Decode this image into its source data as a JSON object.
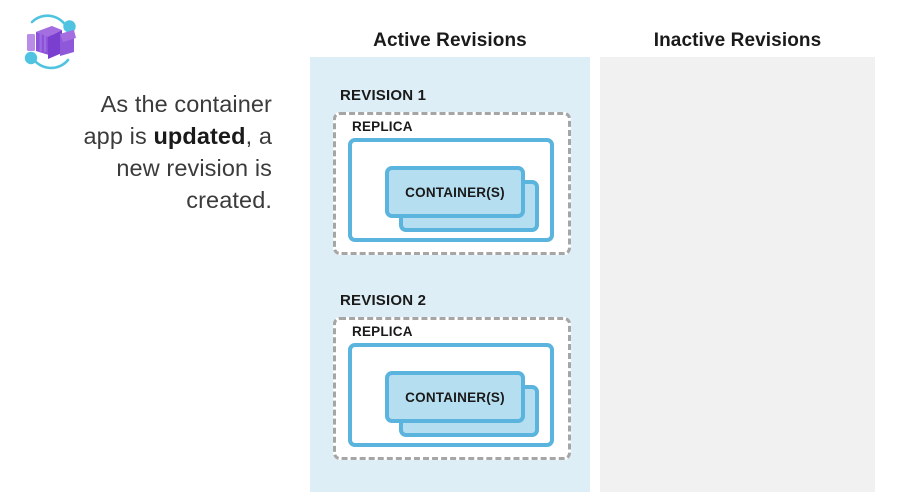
{
  "logo": {
    "name": "azure-container-apps-logo",
    "cube_colors": [
      "#a56ee0",
      "#8c52d8",
      "#b98ce8",
      "#7b3fd0"
    ],
    "orbit_color": "#50c3e0"
  },
  "caption": {
    "line1": "As the container",
    "line2_prefix": "app is ",
    "line2_bold": "updated",
    "line2_suffix": ", a",
    "line3": "new revision is",
    "line4": "created.",
    "full_text": "As the container app is updated, a new revision is created."
  },
  "columns": {
    "active": {
      "heading": "Active Revisions",
      "background": "#deeef6",
      "revisions": [
        {
          "label": "REVISION 1",
          "replica_label": "REPLICA",
          "container_label": "CONTAINER(S)"
        },
        {
          "label": "REVISION 2",
          "replica_label": "REPLICA",
          "container_label": "CONTAINER(S)"
        }
      ]
    },
    "inactive": {
      "heading": "Inactive Revisions",
      "background": "#f1f1f1",
      "revisions": []
    }
  },
  "colors": {
    "container_border": "#5ab4dd",
    "container_fill": "#b5dff0",
    "revision_dashed_border": "#a6a6a6",
    "text_primary": "#1a1a1a",
    "text_caption": "#3b3b3b"
  }
}
